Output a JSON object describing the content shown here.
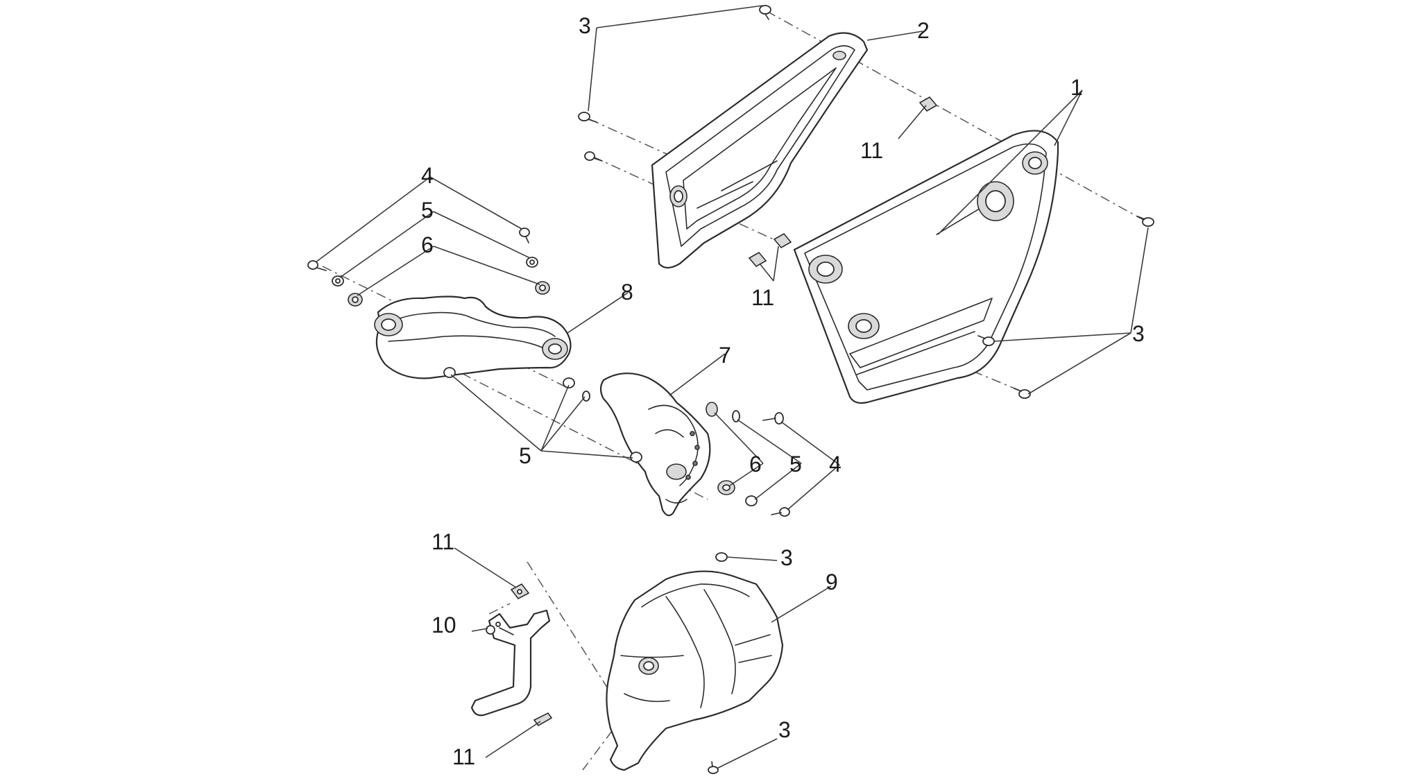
{
  "callouts": [
    {
      "id": "c-3-a",
      "label": "3"
    },
    {
      "id": "c-2",
      "label": "2"
    },
    {
      "id": "c-1",
      "label": "1"
    },
    {
      "id": "c-11-a",
      "label": "11"
    },
    {
      "id": "c-4-a",
      "label": "4"
    },
    {
      "id": "c-5-a",
      "label": "5"
    },
    {
      "id": "c-6-a",
      "label": "6"
    },
    {
      "id": "c-8",
      "label": "8"
    },
    {
      "id": "c-11-b",
      "label": "11"
    },
    {
      "id": "c-3-b",
      "label": "3"
    },
    {
      "id": "c-7",
      "label": "7"
    },
    {
      "id": "c-5-b",
      "label": "5"
    },
    {
      "id": "c-6-b",
      "label": "6"
    },
    {
      "id": "c-5-c",
      "label": "5"
    },
    {
      "id": "c-4-b",
      "label": "4"
    },
    {
      "id": "c-11-c",
      "label": "11"
    },
    {
      "id": "c-3-c",
      "label": "3"
    },
    {
      "id": "c-9",
      "label": "9"
    },
    {
      "id": "c-10",
      "label": "10"
    },
    {
      "id": "c-11-d",
      "label": "11"
    },
    {
      "id": "c-3-d",
      "label": "3"
    }
  ]
}
